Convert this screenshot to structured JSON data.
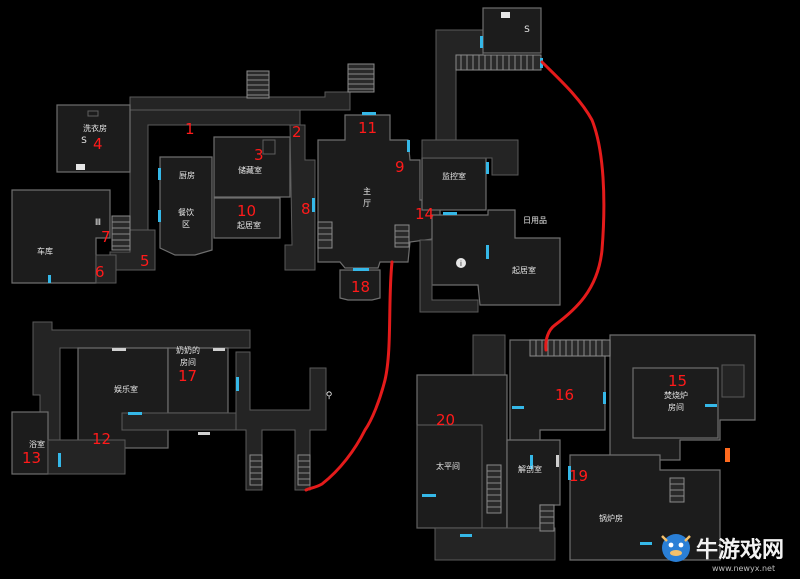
{
  "rooms": {
    "laundry": "洗衣房",
    "kitchen": "厨房",
    "storage": "储藏室",
    "dining_line1": "餐饮",
    "dining_line2": "区",
    "living_upper": "起居室",
    "main_hall_line1": "主",
    "main_hall_line2": "厅",
    "monitor": "监控室",
    "daily_goods": "日用品",
    "living_right": "起居室",
    "garage": "车库",
    "rec_room": "娱乐室",
    "grandma_line1": "奶奶的",
    "grandma_line2": "房间",
    "bathroom": "浴室",
    "morgue": "太平间",
    "autopsy": "解剖室",
    "incinerator_line1": "焚烧炉",
    "incinerator_line2": "房间",
    "boiler": "锅炉房"
  },
  "markers": [
    "1",
    "2",
    "3",
    "4",
    "5",
    "6",
    "7",
    "8",
    "9",
    "10",
    "11",
    "12",
    "13",
    "14",
    "15",
    "16",
    "17",
    "18",
    "19",
    "20"
  ],
  "icons": {
    "save_1": "S",
    "save_2": "S",
    "key_item": "i",
    "gate": "Ⅲ",
    "tape": "▣"
  },
  "watermark": {
    "brand": "牛游戏网",
    "url": "www.newyx.net"
  },
  "colors": {
    "door_blue": "#35b8e8",
    "route_red": "#e41b1b",
    "marker_red": "#ff1a1a"
  }
}
